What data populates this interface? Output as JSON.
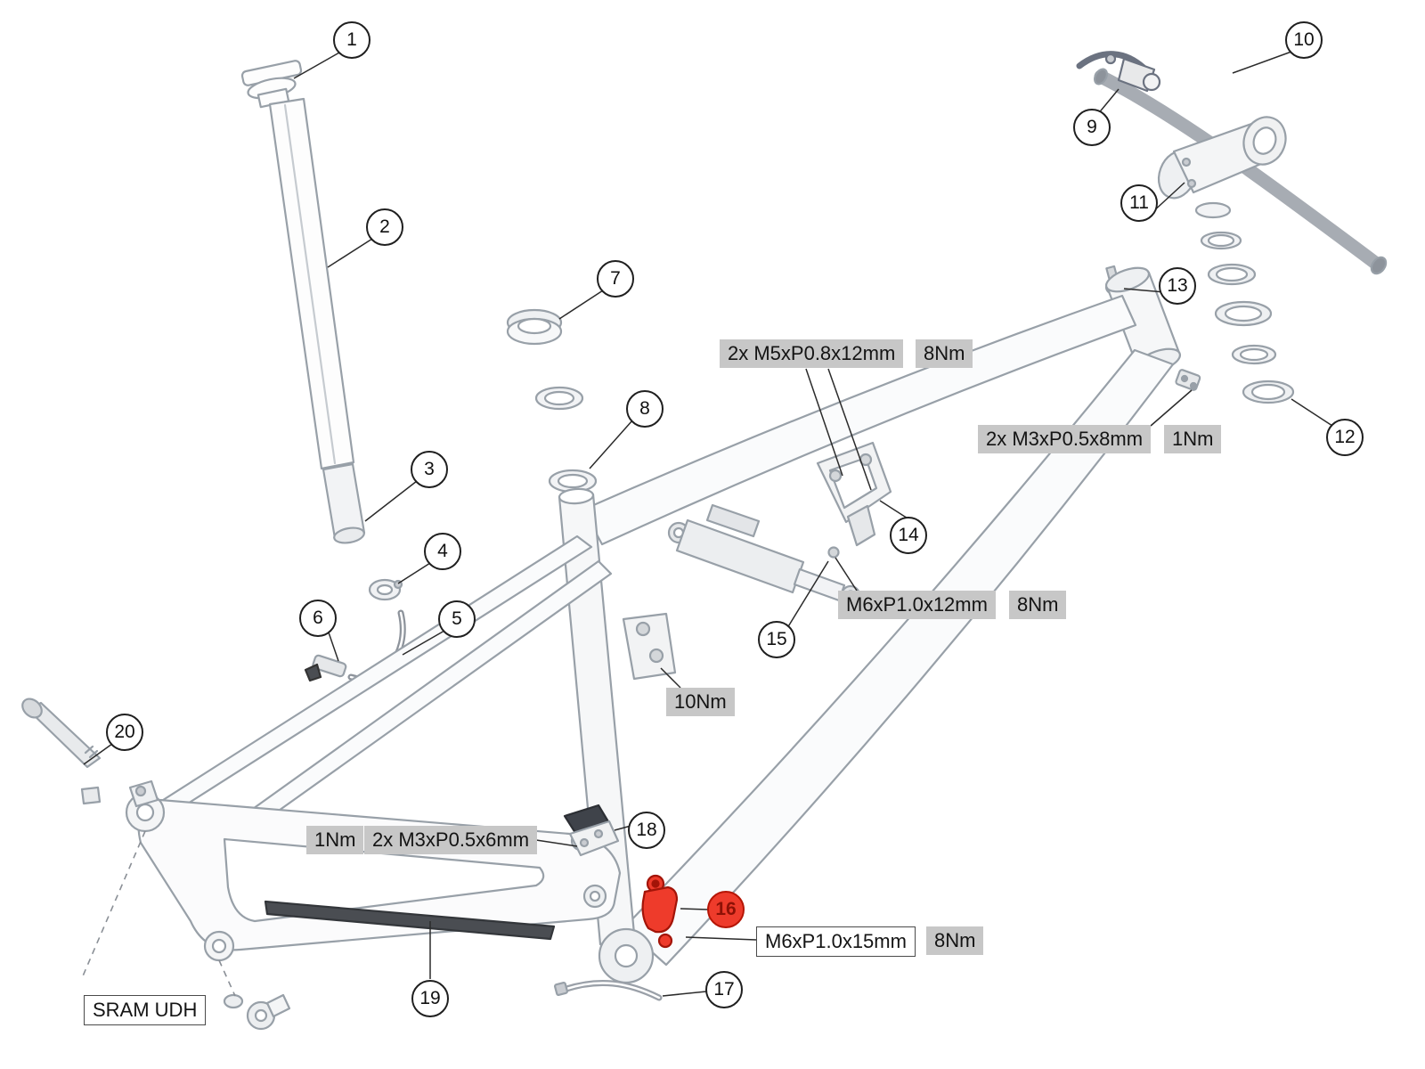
{
  "diagram": {
    "title": "Full-suspension bicycle frame exploded parts diagram",
    "colors": {
      "highlight_red": "#ee3b2b",
      "label_gray": "#c7c7c7",
      "line_gray": "#98a0a8"
    }
  },
  "callouts": [
    {
      "n": "1"
    },
    {
      "n": "2"
    },
    {
      "n": "3"
    },
    {
      "n": "4"
    },
    {
      "n": "5"
    },
    {
      "n": "6"
    },
    {
      "n": "7"
    },
    {
      "n": "8"
    },
    {
      "n": "9"
    },
    {
      "n": "10"
    },
    {
      "n": "11"
    },
    {
      "n": "12"
    },
    {
      "n": "13"
    },
    {
      "n": "14"
    },
    {
      "n": "15"
    },
    {
      "n": "16",
      "highlight": true
    },
    {
      "n": "17"
    },
    {
      "n": "18"
    },
    {
      "n": "19"
    },
    {
      "n": "20"
    }
  ],
  "labels": [
    {
      "text": "2x M5xP0.8x12mm",
      "style": "gray"
    },
    {
      "text": "8Nm",
      "style": "gray"
    },
    {
      "text": "2x M3xP0.5x8mm",
      "style": "gray"
    },
    {
      "text": "1Nm",
      "style": "gray"
    },
    {
      "text": "M6xP1.0x12mm",
      "style": "gray"
    },
    {
      "text": "8Nm",
      "style": "gray"
    },
    {
      "text": "10Nm",
      "style": "gray"
    },
    {
      "text": "1Nm",
      "style": "gray"
    },
    {
      "text": "2x M3xP0.5x6mm",
      "style": "gray"
    },
    {
      "text": "M6xP1.0x15mm",
      "style": "outline"
    },
    {
      "text": "8Nm",
      "style": "gray"
    },
    {
      "text": "SRAM UDH",
      "style": "outline"
    }
  ]
}
